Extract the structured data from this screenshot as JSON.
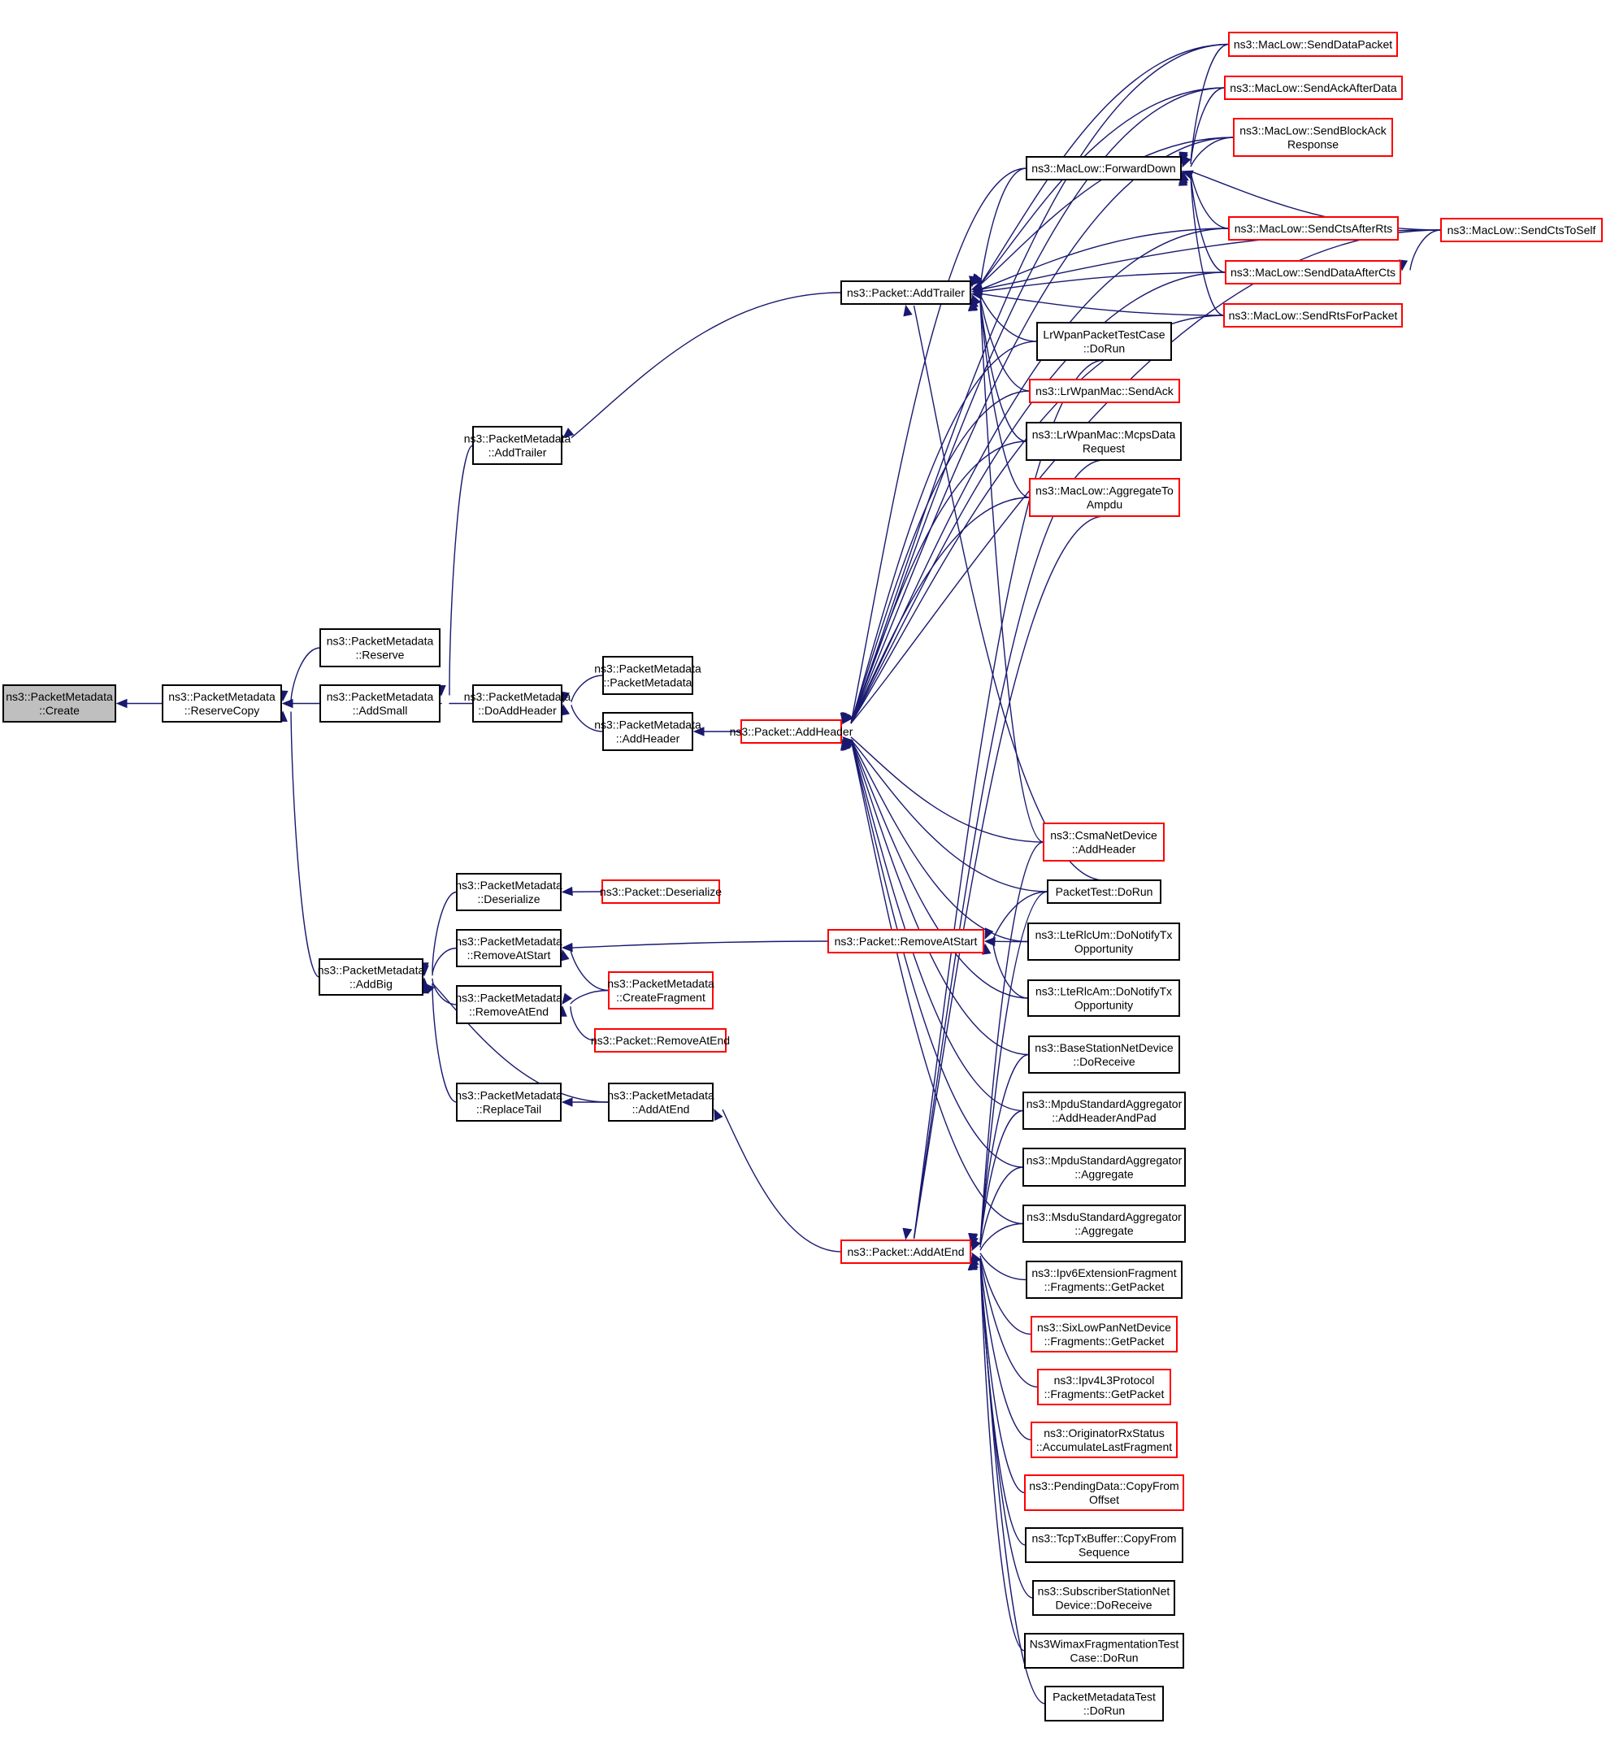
{
  "graph": {
    "title": "Caller graph of ns3::PacketMetadata::Create",
    "direction": "right-to-left",
    "colors": {
      "edge": "#191970",
      "root_fill": "#bfbfbf",
      "node_border": "#000000",
      "truncated_border": "#ff0000"
    },
    "nodes": [
      {
        "id": "create",
        "lines": [
          "ns3::PacketMetadata",
          "::Create"
        ],
        "style": "root"
      },
      {
        "id": "reservecopy",
        "lines": [
          "ns3::PacketMetadata",
          "::ReserveCopy"
        ],
        "style": "normal"
      },
      {
        "id": "reserve",
        "lines": [
          "ns3::PacketMetadata",
          "::Reserve"
        ],
        "style": "normal"
      },
      {
        "id": "addsmall",
        "lines": [
          "ns3::PacketMetadata",
          "::AddSmall"
        ],
        "style": "normal"
      },
      {
        "id": "addbig",
        "lines": [
          "ns3::PacketMetadata",
          "::AddBig"
        ],
        "style": "normal"
      },
      {
        "id": "pm_addtrailer",
        "lines": [
          "ns3::PacketMetadata",
          "::AddTrailer"
        ],
        "style": "normal"
      },
      {
        "id": "doaddheader",
        "lines": [
          "ns3::PacketMetadata",
          "::DoAddHeader"
        ],
        "style": "normal"
      },
      {
        "id": "pm_deserialize",
        "lines": [
          "ns3::PacketMetadata",
          "::Deserialize"
        ],
        "style": "normal"
      },
      {
        "id": "pm_removeatstart",
        "lines": [
          "ns3::PacketMetadata",
          "::RemoveAtStart"
        ],
        "style": "normal"
      },
      {
        "id": "pm_removeatend",
        "lines": [
          "ns3::PacketMetadata",
          "::RemoveAtEnd"
        ],
        "style": "normal"
      },
      {
        "id": "replacetail",
        "lines": [
          "ns3::PacketMetadata",
          "::ReplaceTail"
        ],
        "style": "normal"
      },
      {
        "id": "pm_packetmetadata",
        "lines": [
          "ns3::PacketMetadata",
          "::PacketMetadata"
        ],
        "style": "normal"
      },
      {
        "id": "pm_addheader",
        "lines": [
          "ns3::PacketMetadata",
          "::AddHeader"
        ],
        "style": "normal"
      },
      {
        "id": "p_deserialize",
        "lines": [
          "ns3::Packet::Deserialize"
        ],
        "style": "red"
      },
      {
        "id": "createfragment",
        "lines": [
          "ns3::PacketMetadata",
          "::CreateFragment"
        ],
        "style": "red"
      },
      {
        "id": "p_removeatend",
        "lines": [
          "ns3::Packet::RemoveAtEnd"
        ],
        "style": "red"
      },
      {
        "id": "pm_addatend",
        "lines": [
          "ns3::PacketMetadata",
          "::AddAtEnd"
        ],
        "style": "normal"
      },
      {
        "id": "p_addtrailer",
        "lines": [
          "ns3::Packet::AddTrailer"
        ],
        "style": "normal"
      },
      {
        "id": "p_addheader",
        "lines": [
          "ns3::Packet::AddHeader"
        ],
        "style": "red"
      },
      {
        "id": "p_removeatstart",
        "lines": [
          "ns3::Packet::RemoveAtStart"
        ],
        "style": "red"
      },
      {
        "id": "p_addatend",
        "lines": [
          "ns3::Packet::AddAtEnd"
        ],
        "style": "red"
      },
      {
        "id": "forwarddown",
        "lines": [
          "ns3::MacLow::ForwardDown"
        ],
        "style": "normal"
      },
      {
        "id": "lrwpantest",
        "lines": [
          "LrWpanPacketTestCase",
          "::DoRun"
        ],
        "style": "normal"
      },
      {
        "id": "lrwpan_sendack",
        "lines": [
          "ns3::LrWpanMac::SendAck"
        ],
        "style": "red"
      },
      {
        "id": "mcpsdata",
        "lines": [
          "ns3::LrWpanMac::McpsData",
          "Request"
        ],
        "style": "normal"
      },
      {
        "id": "aggregateto",
        "lines": [
          "ns3::MacLow::AggregateTo",
          "Ampdu"
        ],
        "style": "red"
      },
      {
        "id": "csma",
        "lines": [
          "ns3::CsmaNetDevice",
          "::AddHeader"
        ],
        "style": "red"
      },
      {
        "id": "packettest",
        "lines": [
          "PacketTest::DoRun"
        ],
        "style": "normal"
      },
      {
        "id": "ltercum",
        "lines": [
          "ns3::LteRlcUm::DoNotifyTx",
          "Opportunity"
        ],
        "style": "normal"
      },
      {
        "id": "ltercam",
        "lines": [
          "ns3::LteRlcAm::DoNotifyTx",
          "Opportunity"
        ],
        "style": "normal"
      },
      {
        "id": "basestation",
        "lines": [
          "ns3::BaseStationNetDevice",
          "::DoReceive"
        ],
        "style": "normal"
      },
      {
        "id": "mpdu_addhdr",
        "lines": [
          "ns3::MpduStandardAggregator",
          "::AddHeaderAndPad"
        ],
        "style": "normal"
      },
      {
        "id": "mpdu_agg",
        "lines": [
          "ns3::MpduStandardAggregator",
          "::Aggregate"
        ],
        "style": "normal"
      },
      {
        "id": "msdu_agg",
        "lines": [
          "ns3::MsduStandardAggregator",
          "::Aggregate"
        ],
        "style": "normal"
      },
      {
        "id": "ipv6frag",
        "lines": [
          "ns3::Ipv6ExtensionFragment",
          "::Fragments::GetPacket"
        ],
        "style": "normal"
      },
      {
        "id": "sixlowpan",
        "lines": [
          "ns3::SixLowPanNetDevice",
          "::Fragments::GetPacket"
        ],
        "style": "red"
      },
      {
        "id": "ipv4l3",
        "lines": [
          "ns3::Ipv4L3Protocol",
          "::Fragments::GetPacket"
        ],
        "style": "red"
      },
      {
        "id": "originator",
        "lines": [
          "ns3::OriginatorRxStatus",
          "::AccumulateLastFragment"
        ],
        "style": "red"
      },
      {
        "id": "pendingdata",
        "lines": [
          "ns3::PendingData::CopyFrom",
          "Offset"
        ],
        "style": "red"
      },
      {
        "id": "tcptx",
        "lines": [
          "ns3::TcpTxBuffer::CopyFrom",
          "Sequence"
        ],
        "style": "normal"
      },
      {
        "id": "subscriber",
        "lines": [
          "ns3::SubscriberStationNet",
          "Device::DoReceive"
        ],
        "style": "normal"
      },
      {
        "id": "wimaxtest",
        "lines": [
          "Ns3WimaxFragmentationTest",
          "Case::DoRun"
        ],
        "style": "normal"
      },
      {
        "id": "pmtest",
        "lines": [
          "PacketMetadataTest",
          "::DoRun"
        ],
        "style": "normal"
      },
      {
        "id": "senddatapacket",
        "lines": [
          "ns3::MacLow::SendDataPacket"
        ],
        "style": "red"
      },
      {
        "id": "sendackafterdata",
        "lines": [
          "ns3::MacLow::SendAckAfterData"
        ],
        "style": "red"
      },
      {
        "id": "sendblockack",
        "lines": [
          "ns3::MacLow::SendBlockAck",
          "Response"
        ],
        "style": "red"
      },
      {
        "id": "sendctsafterrts",
        "lines": [
          "ns3::MacLow::SendCtsAfterRts"
        ],
        "style": "red"
      },
      {
        "id": "senddataaftercts",
        "lines": [
          "ns3::MacLow::SendDataAfterCts"
        ],
        "style": "red"
      },
      {
        "id": "sendrtsforpacket",
        "lines": [
          "ns3::MacLow::SendRtsForPacket"
        ],
        "style": "red"
      },
      {
        "id": "sendctstoself",
        "lines": [
          "ns3::MacLow::SendCtsToSelf"
        ],
        "style": "red"
      }
    ],
    "edges": [
      [
        "reservecopy",
        "create"
      ],
      [
        "reserve",
        "reservecopy"
      ],
      [
        "addsmall",
        "reservecopy"
      ],
      [
        "addbig",
        "reservecopy"
      ],
      [
        "pm_addtrailer",
        "addsmall"
      ],
      [
        "doaddheader",
        "addsmall"
      ],
      [
        "pm_packetmetadata",
        "doaddheader"
      ],
      [
        "pm_addheader",
        "doaddheader"
      ],
      [
        "p_addheader",
        "pm_addheader"
      ],
      [
        "p_addtrailer",
        "pm_addtrailer"
      ],
      [
        "pm_deserialize",
        "addbig"
      ],
      [
        "pm_removeatstart",
        "addbig"
      ],
      [
        "pm_removeatend",
        "addbig"
      ],
      [
        "replacetail",
        "addbig"
      ],
      [
        "pm_addatend",
        "addbig"
      ],
      [
        "pm_addatend",
        "replacetail"
      ],
      [
        "p_deserialize",
        "pm_deserialize"
      ],
      [
        "p_removeatstart",
        "pm_removeatstart"
      ],
      [
        "createfragment",
        "pm_removeatstart"
      ],
      [
        "createfragment",
        "pm_removeatend"
      ],
      [
        "p_removeatend",
        "pm_removeatend"
      ],
      [
        "p_addatend",
        "pm_addatend"
      ],
      [
        "forwarddown",
        "p_addtrailer"
      ],
      [
        "senddatapacket",
        "p_addtrailer"
      ],
      [
        "sendackafterdata",
        "p_addtrailer"
      ],
      [
        "sendblockack",
        "p_addtrailer"
      ],
      [
        "sendctsafterrts",
        "p_addtrailer"
      ],
      [
        "senddataaftercts",
        "p_addtrailer"
      ],
      [
        "sendrtsforpacket",
        "p_addtrailer"
      ],
      [
        "sendctstoself",
        "p_addtrailer"
      ],
      [
        "lrwpantest",
        "p_addtrailer"
      ],
      [
        "lrwpan_sendack",
        "p_addtrailer"
      ],
      [
        "mcpsdata",
        "p_addtrailer"
      ],
      [
        "aggregateto",
        "p_addtrailer"
      ],
      [
        "csma",
        "p_addtrailer"
      ],
      [
        "packettest",
        "p_addtrailer"
      ],
      [
        "senddatapacket",
        "forwarddown"
      ],
      [
        "sendackafterdata",
        "forwarddown"
      ],
      [
        "sendblockack",
        "forwarddown"
      ],
      [
        "sendctsafterrts",
        "forwarddown"
      ],
      [
        "senddataaftercts",
        "forwarddown"
      ],
      [
        "sendrtsforpacket",
        "forwarddown"
      ],
      [
        "sendctstoself",
        "forwarddown"
      ],
      [
        "sendctstoself",
        "senddataaftercts"
      ],
      [
        "forwarddown",
        "p_addheader"
      ],
      [
        "senddatapacket",
        "p_addheader"
      ],
      [
        "sendackafterdata",
        "p_addheader"
      ],
      [
        "sendblockack",
        "p_addheader"
      ],
      [
        "sendctsafterrts",
        "p_addheader"
      ],
      [
        "senddataaftercts",
        "p_addheader"
      ],
      [
        "sendrtsforpacket",
        "p_addheader"
      ],
      [
        "sendctstoself",
        "p_addheader"
      ],
      [
        "lrwpantest",
        "p_addheader"
      ],
      [
        "lrwpan_sendack",
        "p_addheader"
      ],
      [
        "mcpsdata",
        "p_addheader"
      ],
      [
        "aggregateto",
        "p_addheader"
      ],
      [
        "csma",
        "p_addheader"
      ],
      [
        "packettest",
        "p_addheader"
      ],
      [
        "ltercum",
        "p_addheader"
      ],
      [
        "ltercam",
        "p_addheader"
      ],
      [
        "basestation",
        "p_addheader"
      ],
      [
        "mpdu_addhdr",
        "p_addheader"
      ],
      [
        "mpdu_agg",
        "p_addheader"
      ],
      [
        "msdu_agg",
        "p_addheader"
      ],
      [
        "packettest",
        "p_removeatstart"
      ],
      [
        "ltercum",
        "p_removeatstart"
      ],
      [
        "ltercam",
        "p_removeatstart"
      ],
      [
        "lrwpantest",
        "p_addatend"
      ],
      [
        "mcpsdata",
        "p_addatend"
      ],
      [
        "aggregateto",
        "p_addatend"
      ],
      [
        "csma",
        "p_addatend"
      ],
      [
        "packettest",
        "p_addatend"
      ],
      [
        "basestation",
        "p_addatend"
      ],
      [
        "mpdu_addhdr",
        "p_addatend"
      ],
      [
        "mpdu_agg",
        "p_addatend"
      ],
      [
        "msdu_agg",
        "p_addatend"
      ],
      [
        "ipv6frag",
        "p_addatend"
      ],
      [
        "sixlowpan",
        "p_addatend"
      ],
      [
        "ipv4l3",
        "p_addatend"
      ],
      [
        "originator",
        "p_addatend"
      ],
      [
        "pendingdata",
        "p_addatend"
      ],
      [
        "tcptx",
        "p_addatend"
      ],
      [
        "subscriber",
        "p_addatend"
      ],
      [
        "wimaxtest",
        "p_addatend"
      ],
      [
        "pmtest",
        "p_addatend"
      ]
    ]
  }
}
